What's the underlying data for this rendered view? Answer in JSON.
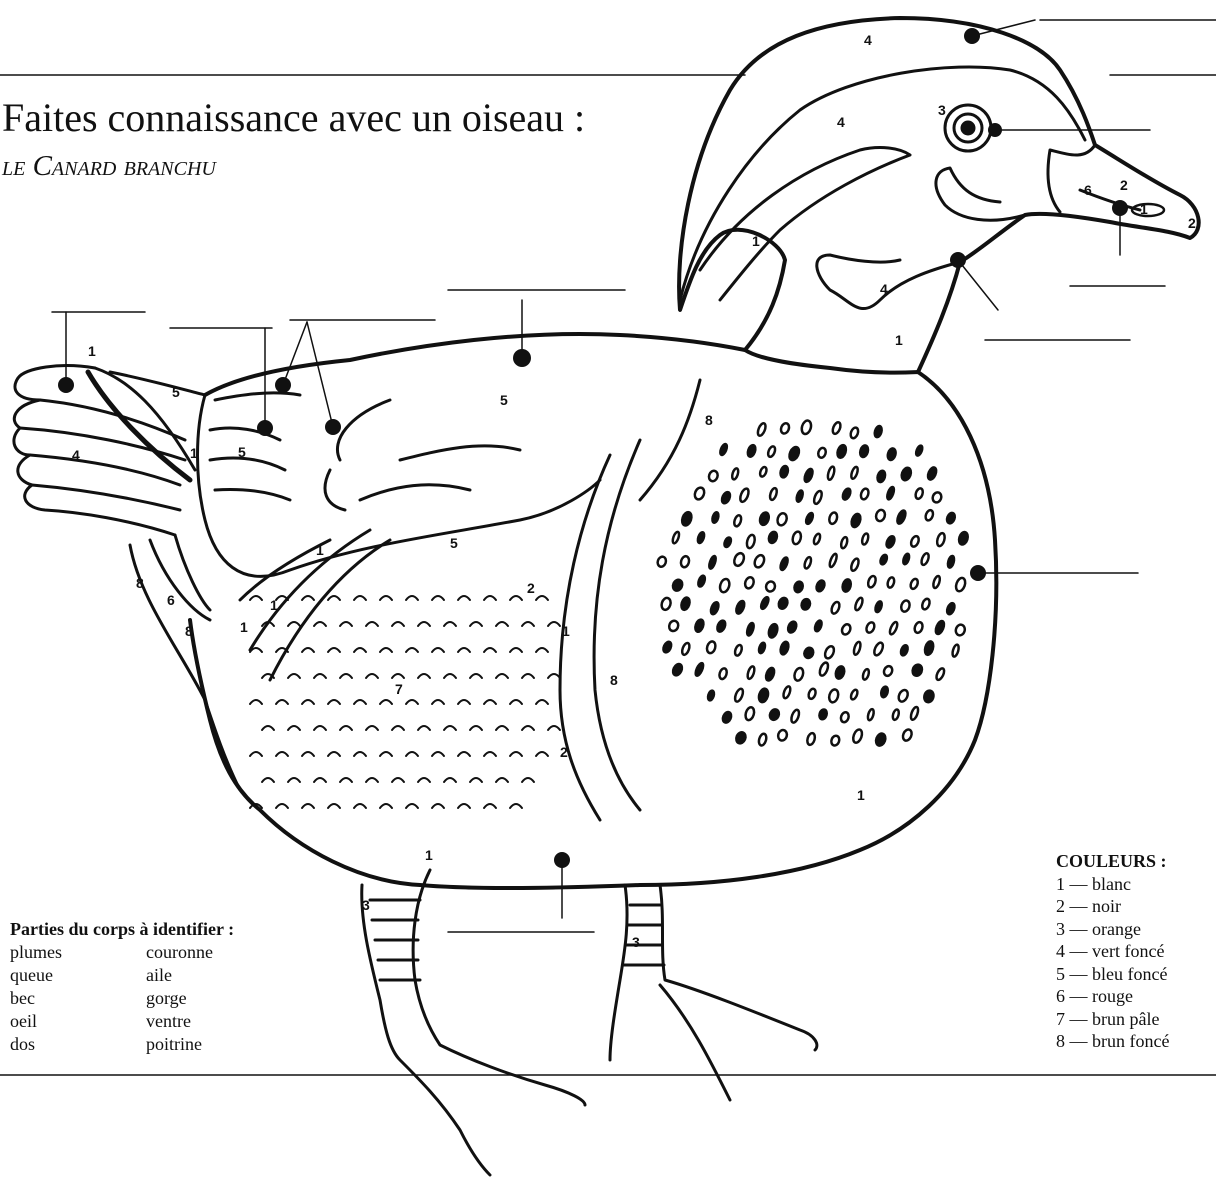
{
  "title": "Faites connaissance avec un oiseau :",
  "subtitle": "le Canard branchu",
  "parts_heading": "Parties du corps à identifier :",
  "parts_col1": [
    "plumes",
    "queue",
    "bec",
    "oeil",
    "dos"
  ],
  "parts_col2": [
    "couronne",
    "aile",
    "gorge",
    "ventre",
    "poitrine"
  ],
  "colors_heading": "COULEURS :",
  "colors": [
    "1 — blanc",
    "2 — noir",
    "3 — orange",
    "4 — vert foncé",
    "5 — bleu foncé",
    "6 — rouge",
    "7 — brun pâle",
    "8 — brun foncé"
  ],
  "region_numbers": {
    "crown": "4",
    "head_upper": "4",
    "eye_ring": "3",
    "bill_tip": "2",
    "bill_side": "1",
    "bill_base": "2",
    "bill_red": "6",
    "head_stripe": "1",
    "cheek": "4",
    "neck_ring": "1",
    "wing_top": "5",
    "wing_lower": "5",
    "breast": "8",
    "breast_mid": "8",
    "side_bar_top": "2",
    "side_bar_white": "1",
    "side_bar_low": "2",
    "belly": "1",
    "flank": "7",
    "flight_feathers_1": "1",
    "flight_feathers_2": "1",
    "flight_feathers_3": "1",
    "tail_top": "1",
    "tail_feather": "4",
    "tail_blue": "5",
    "rump_blue": "5",
    "rump_white": "1",
    "undertail_1": "8",
    "undertail_2": "6",
    "undertail_3": "8",
    "leg_left": "3",
    "leg_right": "3",
    "leg_top": "1"
  }
}
